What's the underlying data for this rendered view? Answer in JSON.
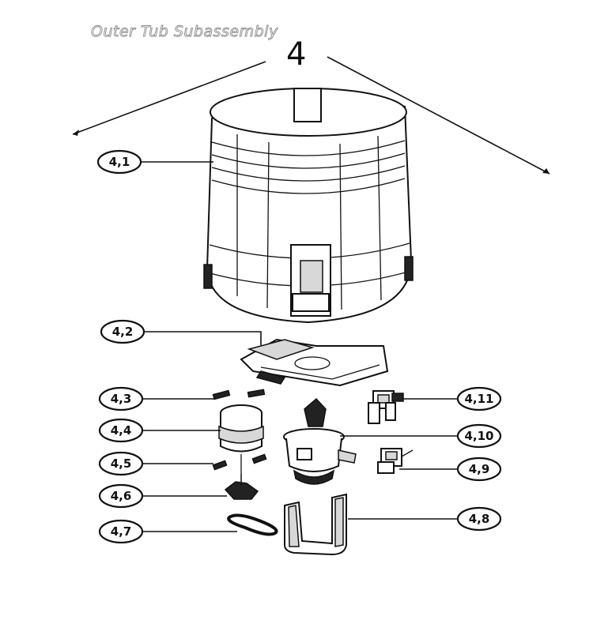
{
  "title": "Outer Tub Subassembly",
  "assembly_number": "4",
  "callouts": [
    {
      "id": "4.1",
      "label": "4,1"
    },
    {
      "id": "4.2",
      "label": "4,2"
    },
    {
      "id": "4.3",
      "label": "4,3"
    },
    {
      "id": "4.4",
      "label": "4,4"
    },
    {
      "id": "4.5",
      "label": "4,5"
    },
    {
      "id": "4.6",
      "label": "4,6"
    },
    {
      "id": "4.7",
      "label": "4,7"
    },
    {
      "id": "4.8",
      "label": "4,8"
    },
    {
      "id": "4.9",
      "label": "4,9"
    },
    {
      "id": "4.10",
      "label": "4,10"
    },
    {
      "id": "4.11",
      "label": "4,11"
    }
  ]
}
